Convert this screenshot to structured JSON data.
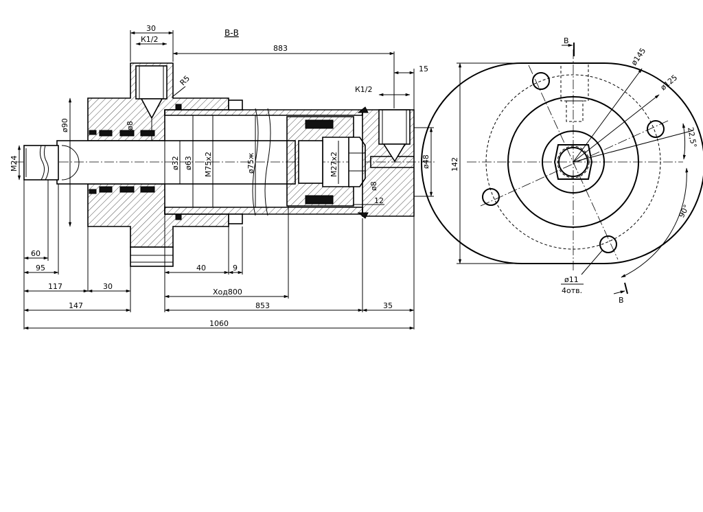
{
  "drawing": {
    "section_label": "В-В",
    "cut_letter": "В",
    "left_view": {
      "dims": {
        "d30_top": "30",
        "k12_a": "К1/2",
        "d883": "883",
        "d15": "15",
        "r5": "R5",
        "k12_b": "К1/2",
        "d90": "ø90",
        "d8_a": "ø8",
        "m24": "М24",
        "d32": "ø32",
        "d63": "ø63",
        "m75": "М75х2",
        "d75": "ø75ж",
        "m27": "М27х2",
        "d8_b": "ø8",
        "d48": "ø48",
        "d12": "12",
        "d60": "60",
        "d95": "95",
        "d40": "40",
        "d9": "9",
        "d117": "117",
        "d30_bot": "30",
        "stroke": "Ход800",
        "d147": "147",
        "d853": "853",
        "d35": "35",
        "d1060": "1060"
      }
    },
    "right_view": {
      "dims": {
        "d145": "ø145",
        "d125": "ø125",
        "a225": "22,5°",
        "d142": "142",
        "a90": "90°",
        "d11": "ø11",
        "holes": "4отв."
      }
    }
  }
}
